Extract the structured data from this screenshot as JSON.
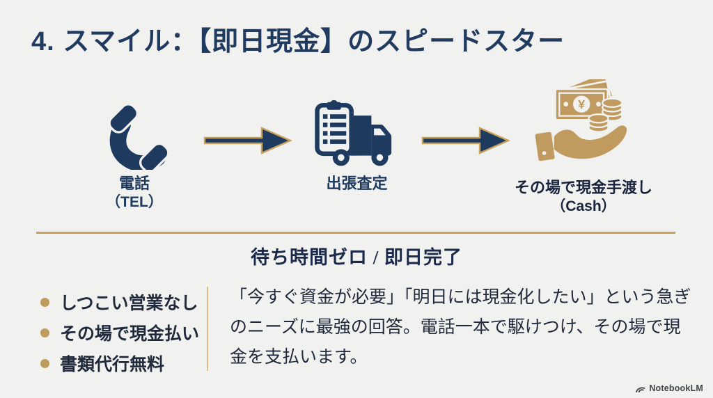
{
  "slide": {
    "title": "4. スマイル：【即日現金】のスピードスター",
    "steps": [
      {
        "label": "電話",
        "sublabel": "（TEL）",
        "icon": "phone-icon"
      },
      {
        "label": "出張査定",
        "icon": "truck-appraisal-icon"
      },
      {
        "label": "その場で現金手渡し",
        "sublabel": "（Cash）",
        "icon": "cash-in-hand-icon"
      }
    ],
    "tagline": "待ち時間ゼロ / 即日完了",
    "bullets": [
      "しつこい営業なし",
      "その場で現金払い",
      "書類代行無料"
    ],
    "description": "「今すぐ資金が必要」「明日には現金化したい」という急ぎのニーズに最強の回答。電話一本で駆けつけ、その場で現金を支払います。",
    "watermark": "NotebookLM",
    "colors": {
      "navy": "#1e3a5f",
      "gold": "#c09a5e",
      "background": "#f1f1ef",
      "ink": "#202a3c"
    }
  }
}
